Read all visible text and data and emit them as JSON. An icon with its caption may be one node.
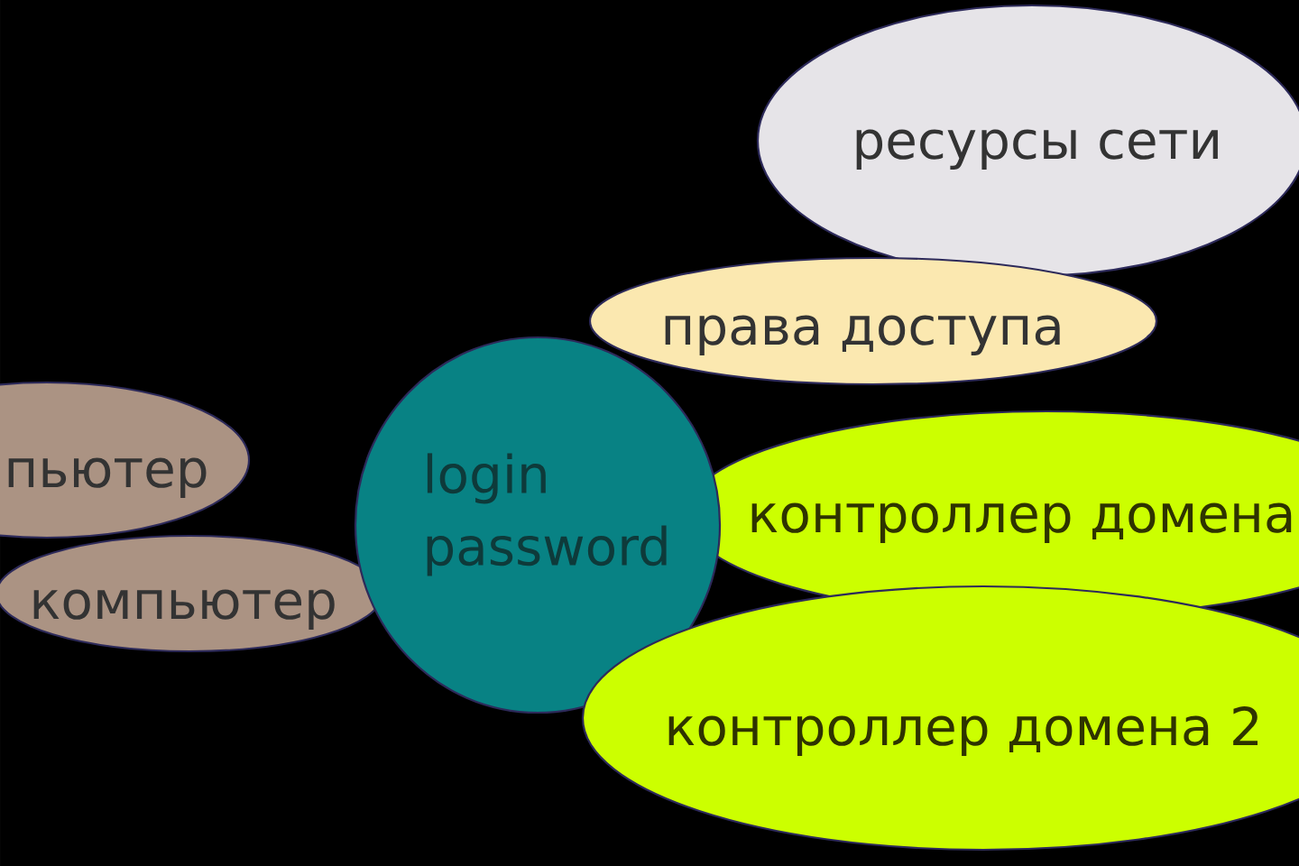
{
  "diagram": {
    "nodes": [
      {
        "text": [
          "ресурсы сети"
        ]
      },
      {
        "text": [
          "права доступа"
        ]
      },
      {
        "text": [
          "login password"
        ]
      },
      {
        "text": [
          "пьютер"
        ]
      },
      {
        "text": [
          "контроллер домена"
        ]
      },
      {
        "text": [
          "компьютер"
        ]
      },
      {
        "text": [
          "контроллер домена 2"
        ]
      }
    ]
  }
}
